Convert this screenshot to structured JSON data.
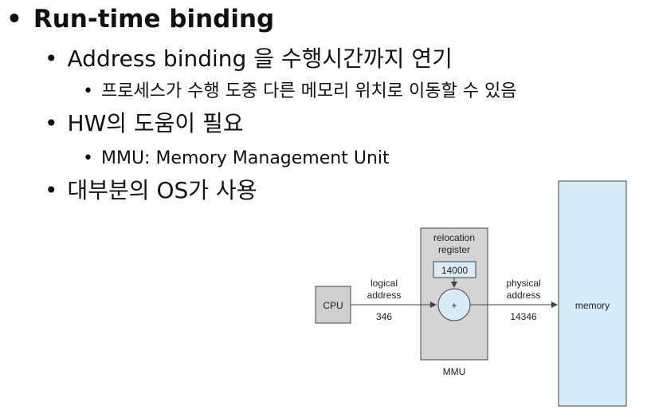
{
  "slide": {
    "title": "Run-time binding",
    "bullet_char": "•",
    "items": [
      {
        "text": "Address binding 을 수행시간까지 연기",
        "sub": [
          {
            "text": "프로세스가 수행 도중 다른 메모리 위치로 이동할 수 있음"
          }
        ]
      },
      {
        "text": "HW의 도움이 필요",
        "sub": [
          {
            "text": "MMU: Memory Management Unit"
          }
        ]
      },
      {
        "text": "대부분의 OS가 사용",
        "sub": []
      }
    ]
  },
  "diagram": {
    "cpu_label": "CPU",
    "logical_label_1": "logical",
    "logical_label_2": "address",
    "logical_value": "346",
    "relocation_label_1": "relocation",
    "relocation_label_2": "register",
    "relocation_value": "14000",
    "adder_symbol": "+",
    "mmu_label": "MMU",
    "physical_label_1": "physical",
    "physical_label_2": "address",
    "physical_value": "14346",
    "memory_label": "memory",
    "colors": {
      "cpu_fill": "#cfcfcf",
      "mmu_fill": "#d4d4d4",
      "register_fill": "#d9ebf7",
      "adder_fill": "#d9ebf7",
      "memory_fill": "#d6ecf8",
      "stroke": "#444444"
    }
  }
}
